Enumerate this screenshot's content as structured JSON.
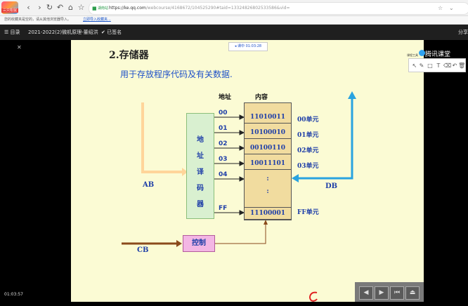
{
  "browser": {
    "badge": "三只松鼠",
    "url_secure": "湖南站",
    "url_host": "https://ke.qq.com",
    "url_rest": "/webcourse/4168672/104525290#taid=13324826802533586&vid=",
    "bookmarks_hint": "您的收藏夹是空的，请从其他浏览器导入。",
    "bookmarks_import": "立即导入收藏夹..."
  },
  "course_bar": {
    "menu": "☰ 目录",
    "title": "2021-2022(2)微机原理-董绍洪",
    "signed": "✔ 已签名",
    "share": "分享"
  },
  "slide": {
    "mini_tag": "◂ 课中 01:03:28",
    "title": "2.存储器",
    "subtitle": "用于存放程序代码及有关数据.",
    "addr_header": "地址",
    "content_header": "内容",
    "decoder_chars": [
      "地",
      "址",
      "译",
      "码",
      "器"
    ],
    "addresses": [
      "00",
      "01",
      "02",
      "03",
      "04",
      "FF"
    ],
    "cells": [
      "11010011",
      "10100010",
      "00100110",
      "10011101",
      ":",
      ":",
      "11100001"
    ],
    "units": [
      "00单元",
      "01单元",
      "02单元",
      "03单元",
      "FF单元"
    ],
    "ab": "AB",
    "db": "DB",
    "cb": "CB",
    "control": "控制"
  },
  "tools": {
    "caption": "课程工具"
  },
  "brand": "腾讯课堂",
  "player": {
    "time": "01:03:57"
  },
  "colors": {
    "slide_bg": "#fbfbd4",
    "text_blue": "#1f3fa8",
    "db_arrow": "#29a3e0",
    "ab_arrow": "#ffd59a",
    "cb_arrow": "#8a4a1c"
  },
  "icons": [
    "back-icon",
    "forward-icon",
    "reload-icon",
    "undo-icon",
    "home-icon",
    "star-icon",
    "lock-icon",
    "close-icon",
    "menu-icon",
    "check-icon",
    "pen-icon",
    "eraser-icon",
    "rect-icon",
    "text-icon",
    "pointer-icon",
    "undo-icon",
    "trash-icon"
  ]
}
